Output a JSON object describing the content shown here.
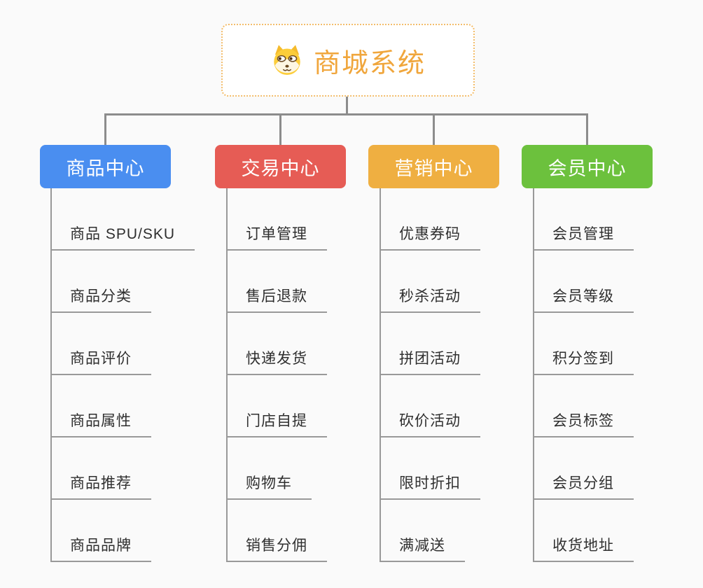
{
  "root": {
    "label": "商城系统",
    "icon": "dog-face-icon",
    "text_color": "#f0a63c",
    "border_color": "#f3bd6b"
  },
  "connector_color": "#8c8c8c",
  "leaf_line_color": "#999999",
  "background_color": "#fafafa",
  "branches": [
    {
      "label": "商品中心",
      "color": "#4a8ef0",
      "children": [
        "商品 SPU/SKU",
        "商品分类",
        "商品评价",
        "商品属性",
        "商品推荐",
        "商品品牌"
      ]
    },
    {
      "label": "交易中心",
      "color": "#e65c55",
      "children": [
        "订单管理",
        "售后退款",
        "快递发货",
        "门店自提",
        "购物车",
        "销售分佣"
      ]
    },
    {
      "label": "营销中心",
      "color": "#efaf41",
      "children": [
        "优惠券码",
        "秒杀活动",
        "拼团活动",
        "砍价活动",
        "限时折扣",
        "满减送"
      ]
    },
    {
      "label": "会员中心",
      "color": "#6cc13d",
      "children": [
        "会员管理",
        "会员等级",
        "积分签到",
        "会员标签",
        "会员分组",
        "收货地址"
      ]
    }
  ]
}
